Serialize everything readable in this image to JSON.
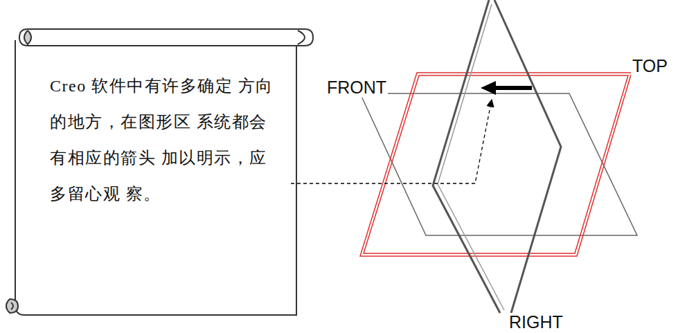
{
  "diagram": {
    "nodes": [
      {
        "text": [
          "Creo 软件中有许多确定 方向的地方，在图形区 系统都会有相应的箭头 加以明示，应多留心观 察。"
        ]
      }
    ],
    "labels": [
      "FRONT",
      "TOP",
      "RIGHT"
    ]
  }
}
